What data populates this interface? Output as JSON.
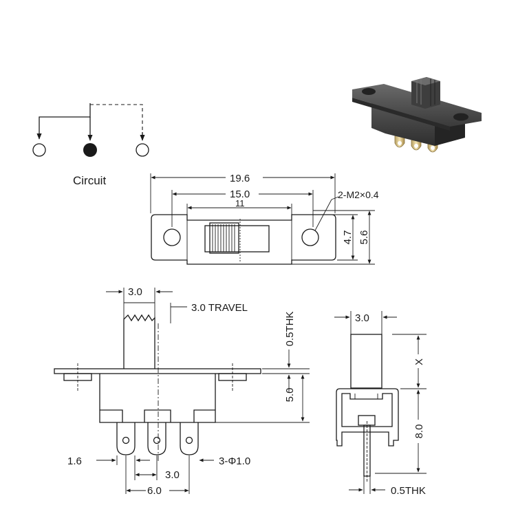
{
  "circuit": {
    "label": "Circuit"
  },
  "top_view": {
    "overall_length": "19.6",
    "hole_pitch": "15.0",
    "slot_length": "11",
    "hole_note": "2-M2×0.4",
    "body_height": "4.7",
    "overall_height": "5.6"
  },
  "front_view": {
    "actuator_width": "3.0",
    "travel": "3.0 TRAVEL",
    "plate_thickness": "0.5THK",
    "body_height": "5.0",
    "terminal_width": "1.6",
    "terminal_pitch": "3.0",
    "terminal_span": "6.0",
    "hole_note": "3-Φ1.0"
  },
  "side_view": {
    "actuator_width": "3.0",
    "actuator_height": "X",
    "body_height": "8.0",
    "terminal_thickness": "0.5THK"
  }
}
